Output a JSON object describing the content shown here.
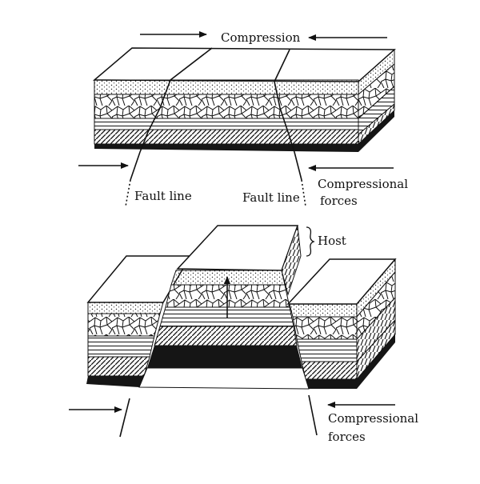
{
  "labels": {
    "compression": "Compression",
    "fault_line_left": "Fault line",
    "fault_line_right": "Fault line",
    "compressional_forces_top_1": "Compressional",
    "compressional_forces_top_2": "forces",
    "host": "Host",
    "compressional_forces_bottom_1": "Compressional",
    "compressional_forces_bottom_2": "forces"
  },
  "colors": {
    "ink": "#111111",
    "paper": "#ffffff",
    "dark_layer": "#151515"
  }
}
